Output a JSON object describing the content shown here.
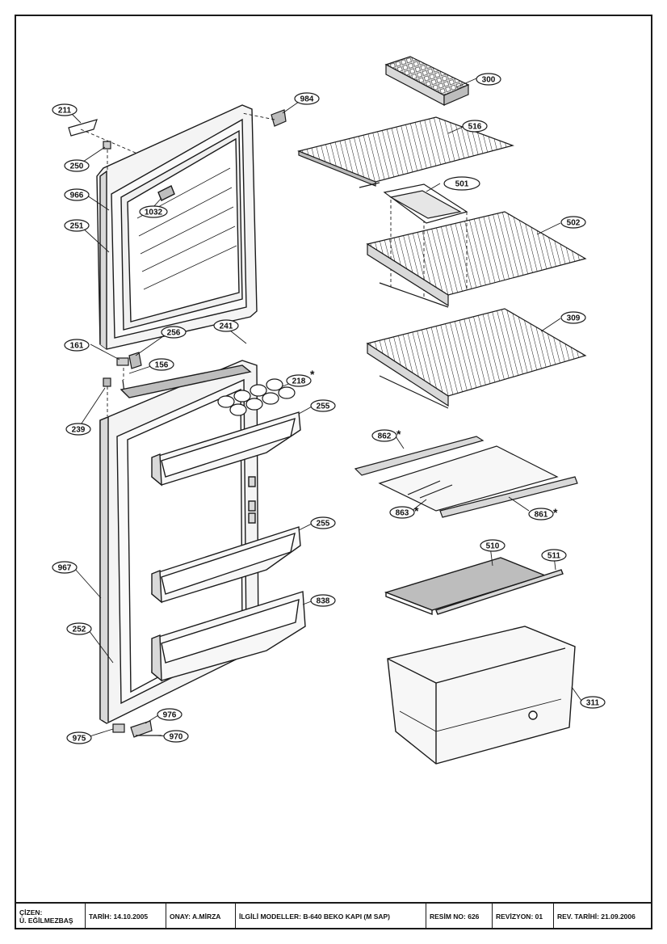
{
  "callouts": {
    "c211": "211",
    "c984": "984",
    "c250": "250",
    "c966": "966",
    "c1032": "1032",
    "c251": "251",
    "c161": "161",
    "c256": "256",
    "c241": "241",
    "c156": "156",
    "c218": "218",
    "c239": "239",
    "c255a": "255",
    "c255b": "255",
    "c967": "967",
    "c838": "838",
    "c252": "252",
    "c976": "976",
    "c975": "975",
    "c970": "970",
    "c300": "300",
    "c516": "516",
    "c501": "501",
    "c502": "502",
    "c309": "309",
    "c862": "862",
    "c863": "863",
    "c861": "861",
    "c510": "510",
    "c511": "511",
    "c311": "311"
  },
  "asterisk": "*",
  "title_block": {
    "drawn_label": "ÇİZEN:",
    "drawn_name": "Ü. EĞİLMEZBAŞ",
    "date": "TARİH: 14.10.2005",
    "approval": "ONAY: A.MİRZA",
    "models": "İLGİLİ MODELLER: B-640 BEKO KAPI (M SAP)",
    "drawing_no": "RESİM NO: 626",
    "revision": "REVİZYON: 01",
    "revision_date": "REV. TARİHİ: 21.09.2006"
  },
  "colors": {
    "line": "#1a1a1a",
    "fill_light": "#f2f2f2",
    "fill_mid": "#d9d9d9",
    "fill_dark": "#bdbdbd"
  }
}
